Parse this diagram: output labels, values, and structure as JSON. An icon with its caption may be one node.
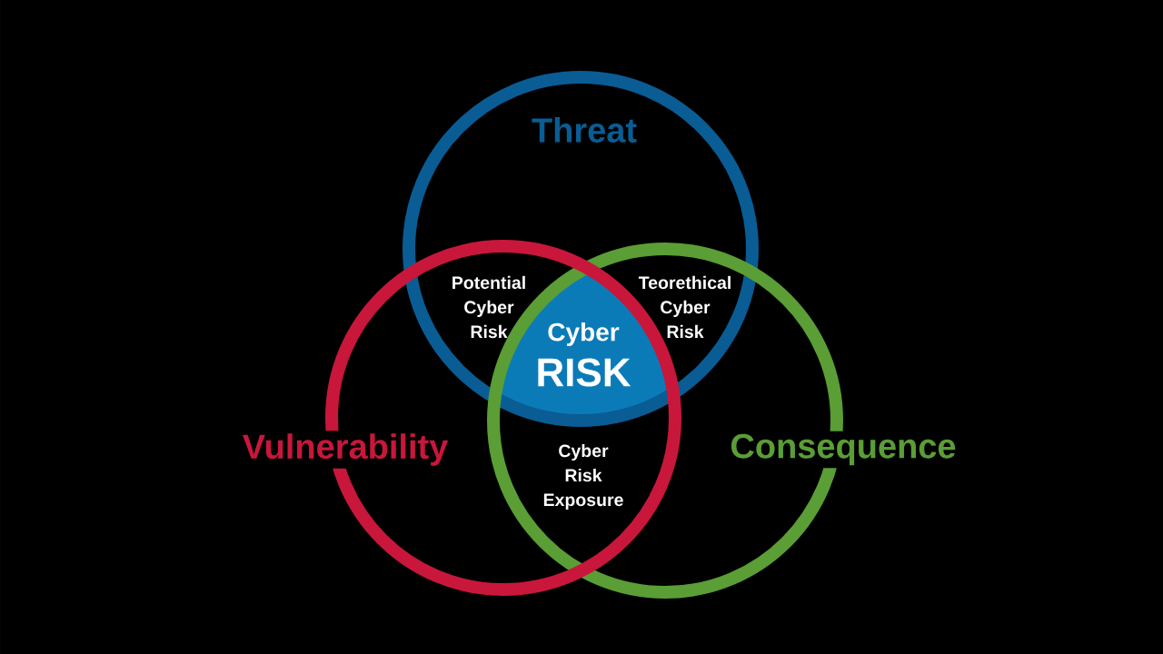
{
  "diagram": {
    "nodes": [
      {
        "text": [
          "Threat"
        ]
      },
      {
        "text": [
          "Cyber",
          "RISK"
        ]
      },
      {
        "text": [
          "Vulnerability"
        ]
      },
      {
        "text": [
          "Consequence"
        ]
      }
    ],
    "labels": [
      "Potential Cyber Risk",
      "Teorethical Cyber Risk",
      "Cyber Risk Exposure"
    ]
  }
}
